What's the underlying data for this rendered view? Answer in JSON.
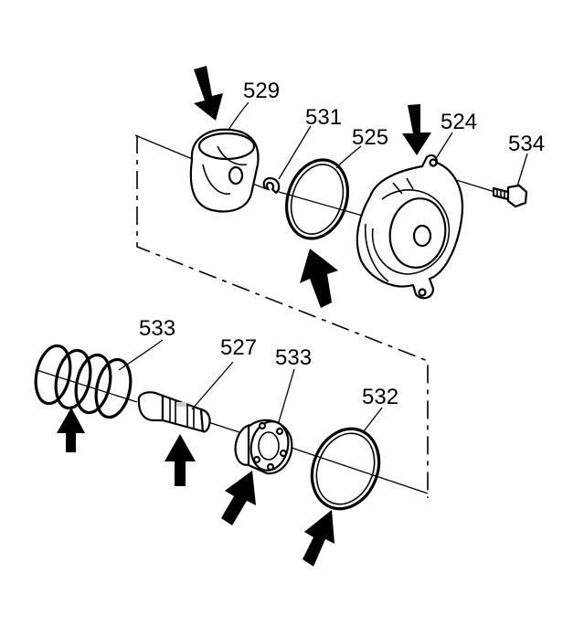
{
  "diagram": {
    "callouts": {
      "c529": "529",
      "c531": "531",
      "c525": "525",
      "c524": "524",
      "c534": "534",
      "c533_springs": "533",
      "c527": "527",
      "c533_plug": "533",
      "c532": "532"
    },
    "colors": {
      "ink": "#000000",
      "paper": "#ffffff",
      "shade": "#cfcfcf"
    }
  }
}
